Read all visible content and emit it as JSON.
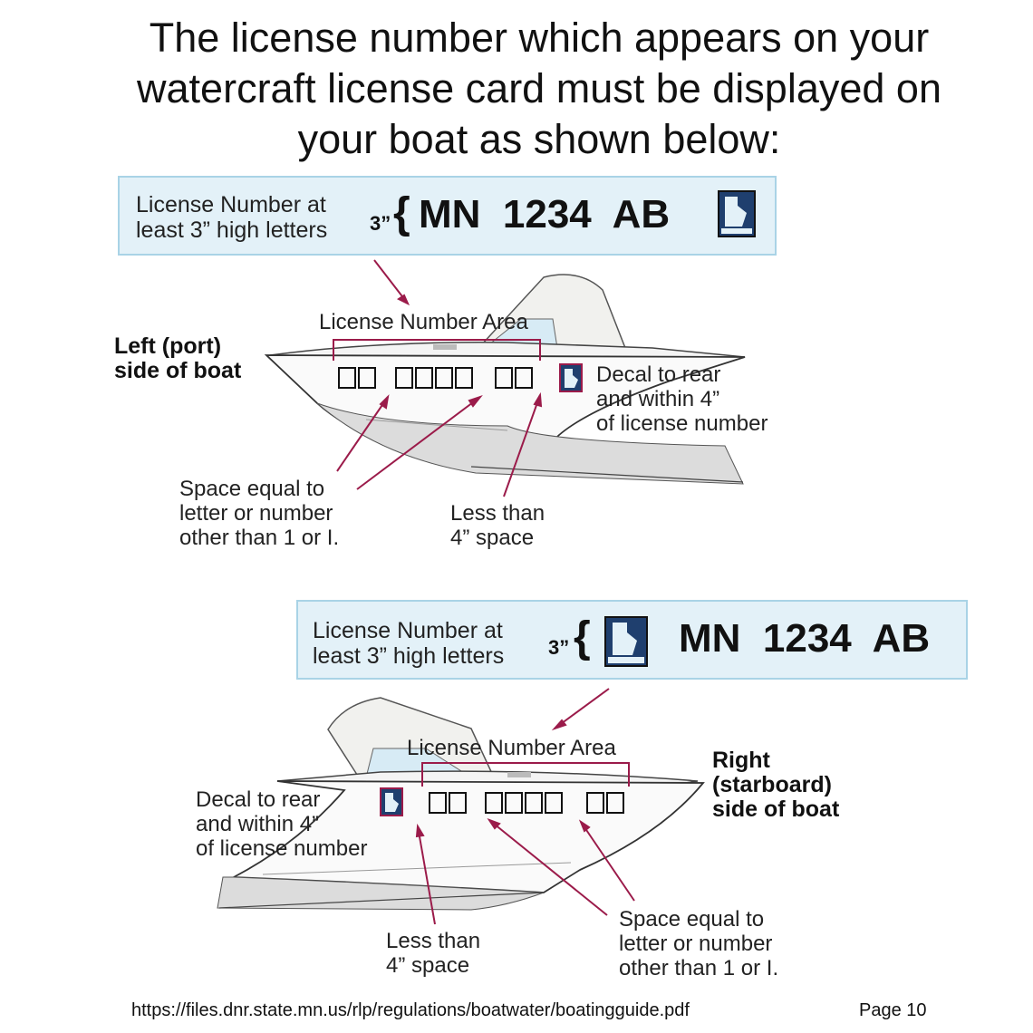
{
  "heading": {
    "line1": "The license number which appears on your",
    "line2": "watercraft license card must be displayed on",
    "line3": "your boat as shown below:"
  },
  "port": {
    "panel_line1": "License Number at",
    "panel_line2": "least 3” high letters",
    "height_mark": "3”",
    "brace": "{",
    "license_number": "MN  1234  AB",
    "side_line1": "Left (port)",
    "side_line2": "side of boat",
    "area_label": "License Number Area",
    "decal_line1": "Decal to rear",
    "decal_line2": "and within 4”",
    "decal_line3": "of license number",
    "space_line1": "Space equal to",
    "space_line2": "letter or number",
    "space_line3": "other than 1 or I.",
    "less_line1": "Less than",
    "less_line2": "4” space"
  },
  "starboard": {
    "panel_line1": "License Number at",
    "panel_line2": "least 3” high letters",
    "height_mark": "3”",
    "brace": "{",
    "license_number": "MN  1234  AB",
    "side_line1": "Right",
    "side_line2": "(starboard)",
    "side_line3": "side of boat",
    "area_label": "License Number Area",
    "decal_line1": "Decal to rear",
    "decal_line2": "and within 4”",
    "decal_line3": "of license number",
    "space_line1": "Space equal to",
    "space_line2": "letter or number",
    "space_line3": "other than 1 or I.",
    "less_line1": "Less than",
    "less_line2": "4” space"
  },
  "footer": {
    "url": "https://files.dnr.state.mn.us/rlp/regulations/boatwater/boatingguide.pdf",
    "page": "Page 10"
  },
  "colors": {
    "panel_bg": "#e3f1f8",
    "panel_border": "#a9d3e6",
    "leader": "#9b1b4a",
    "decal_fill": "#1f3f6e"
  },
  "icons": [
    "minnesota-decal-icon",
    "boat-port-illustration",
    "boat-starboard-illustration"
  ]
}
